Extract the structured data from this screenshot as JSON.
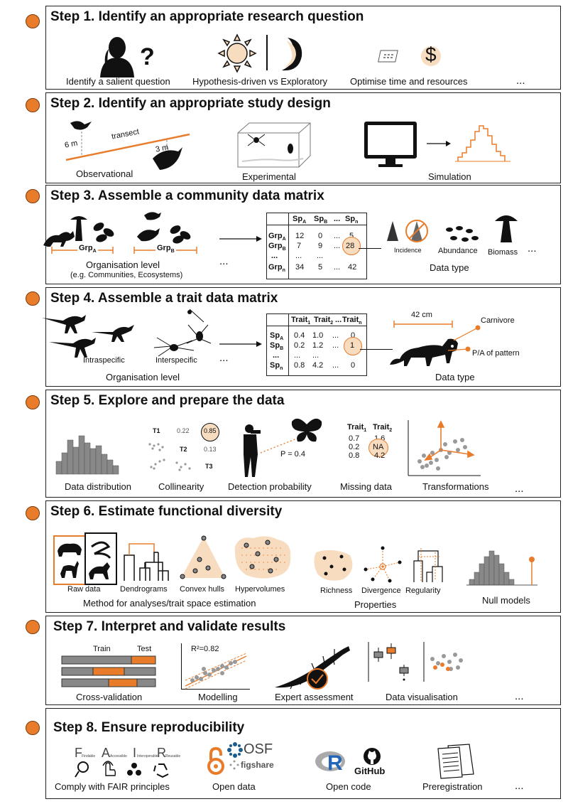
{
  "colors": {
    "accent": "#e87c2a",
    "peach": "#f7dcc0",
    "grey": "#888888"
  },
  "steps": [
    {
      "title": "Step 1. Identify an appropriate research question",
      "labels": [
        "Identify a salient question",
        "Hypothesis-driven vs Exploratory",
        "Optimise time and resources"
      ],
      "icons": [
        "person-question-icon",
        "sun-icon",
        "moon-icon",
        "calendar-icon",
        "dollar-icon"
      ]
    },
    {
      "title": "Step 2. Identify an appropriate study design",
      "labels": [
        "Observational",
        "Experimental",
        "Simulation"
      ],
      "annotations": {
        "transect": "transect",
        "d1": "6 m",
        "d2": "3 m"
      }
    },
    {
      "title": "Step 3. Assemble a community data matrix",
      "labels": [
        "Organisation level",
        "(e.g. Communities, Ecosystems)",
        "Data type"
      ],
      "groups": [
        "Grp",
        "Grp"
      ],
      "group_subs": [
        "A",
        "B"
      ],
      "matrix": {
        "cols": [
          {
            "t": "Sp",
            "s": "A"
          },
          {
            "t": "Sp",
            "s": "B"
          },
          {
            "t": "...",
            "s": ""
          },
          {
            "t": "Sp",
            "s": "n"
          }
        ],
        "rows": [
          {
            "t": "Grp",
            "s": "A"
          },
          {
            "t": "Grp",
            "s": "B"
          },
          {
            "t": "...",
            "s": ""
          },
          {
            "t": "Grp",
            "s": "n"
          }
        ],
        "cells": [
          [
            "12",
            "0",
            "...",
            "5"
          ],
          [
            "7",
            "9",
            "...",
            "28"
          ],
          [
            "...",
            "...",
            "...",
            "..."
          ],
          [
            "34",
            "5",
            "...",
            "42"
          ]
        ]
      },
      "data_types": [
        "Incidence",
        "Abundance",
        "Biomass"
      ]
    },
    {
      "title": "Step 4. Assemble a trait data matrix",
      "labels": [
        "Intraspecific",
        "Interspecific",
        "Organisation level",
        "Data type"
      ],
      "matrix": {
        "cols": [
          {
            "t": "Trait",
            "s": "1"
          },
          {
            "t": "Trait",
            "s": "2"
          },
          {
            "t": "...",
            "s": ""
          },
          {
            "t": "Trait",
            "s": "n"
          }
        ],
        "rows": [
          {
            "t": "Sp",
            "s": "A"
          },
          {
            "t": "Sp",
            "s": "B"
          },
          {
            "t": "...",
            "s": ""
          },
          {
            "t": "Sp",
            "s": "n"
          }
        ],
        "cells": [
          [
            "0.4",
            "1.0",
            "...",
            "0"
          ],
          [
            "0.2",
            "1.2",
            "...",
            "1"
          ],
          [
            "...",
            "...",
            "...",
            "..."
          ],
          [
            "0.8",
            "4.2",
            "...",
            "0"
          ]
        ]
      },
      "annotations": {
        "length": "42 cm",
        "diet": "Carnivore",
        "pattern": "P/A of pattern"
      }
    },
    {
      "title": "Step 5. Explore and prepare the data",
      "labels": [
        "Data distribution",
        "Collinearity",
        "Detection probability",
        "Missing data",
        "Transformations"
      ],
      "collinearity": {
        "t1": "T1",
        "t2": "T2",
        "t3": "T3",
        "v1": "0.22",
        "v2": "0.85",
        "v3": "0.13"
      },
      "detection": "P = 0.4",
      "missing": {
        "h": [
          "Trait",
          "Trait"
        ],
        "hs": [
          "1",
          "2"
        ],
        "rows": [
          [
            "0.7",
            "1.6"
          ],
          [
            "0.2",
            "NA"
          ],
          [
            "0.8",
            "4.2"
          ]
        ]
      }
    },
    {
      "title": "Step 6. Estimate functional diversity",
      "labels": [
        "Raw data",
        "Dendrograms",
        "Convex hulls",
        "Hypervolumes",
        "Richness",
        "Divergence",
        "Regularity",
        "Null models",
        "Method for analyses/trait space estimation",
        "Properties"
      ]
    },
    {
      "title": "Step 7. Interpret and validate results",
      "labels": [
        "Cross-validation",
        "Modelling",
        "Expert assessment",
        "Data visualisation"
      ],
      "cv": {
        "train": "Train",
        "test": "Test"
      },
      "r2": "R²=0.82"
    },
    {
      "title": "Step 8. Ensure reproducibility",
      "labels": [
        "Comply with FAIR principles",
        "Open data",
        "Open code",
        "Preregistration"
      ],
      "fair": [
        {
          "l": "F",
          "w": "Findable"
        },
        {
          "l": "A",
          "w": "Accessible"
        },
        {
          "l": "I",
          "w": "Interoperable"
        },
        {
          "l": "R",
          "w": "Reusable"
        }
      ],
      "logos": {
        "osf": "OSF",
        "figshare": "figshare",
        "github": "GitHub",
        "r": "R"
      }
    }
  ],
  "ellipsis": "..."
}
